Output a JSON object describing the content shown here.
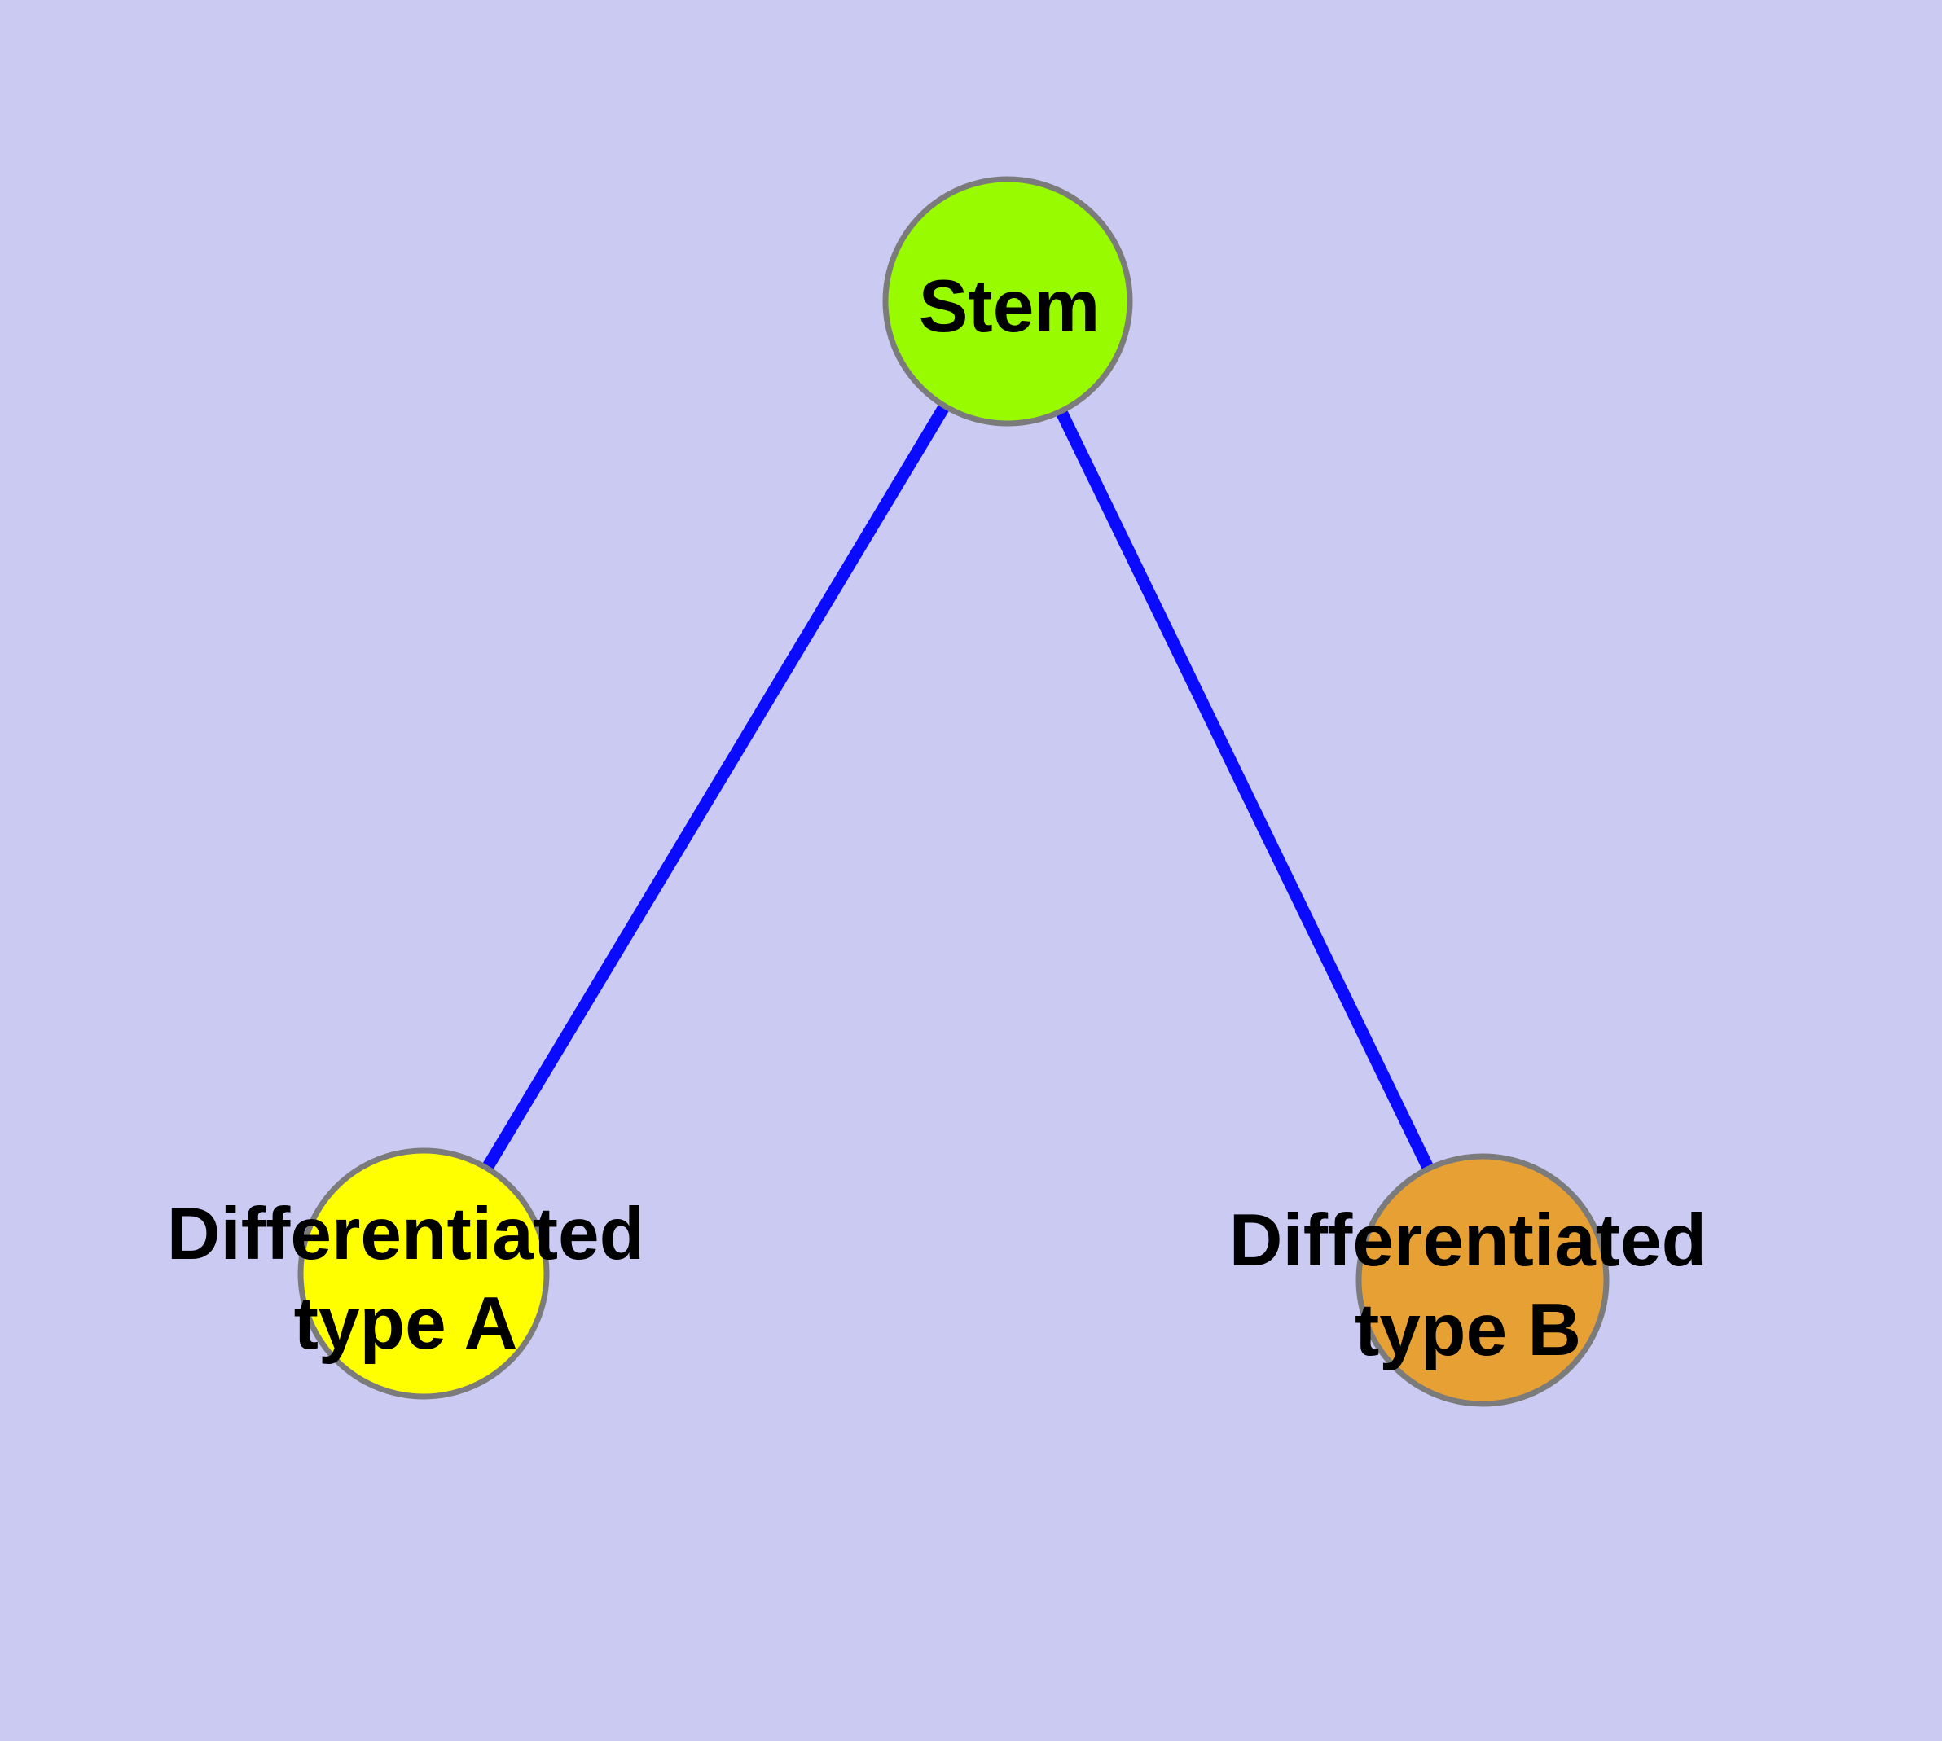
{
  "figure": {
    "background_color": "#CACAF3",
    "nodes": [
      {
        "id": "stem",
        "label": "Stem",
        "fill_color": "#98FB00",
        "border_color": "#7B7B7B"
      },
      {
        "id": "differentiated-type-a",
        "label": "Differentiated\ntype A",
        "fill_color": "#FFFF00",
        "border_color": "#7B7B7B"
      },
      {
        "id": "differentiated-type-b",
        "label": "Differentiated\ntype B",
        "fill_color": "#E7A033",
        "border_color": "#7B7B7B"
      }
    ],
    "edges": [
      {
        "from": "stem",
        "to": "differentiated-type-a",
        "color": "#0A0AFF"
      },
      {
        "from": "stem",
        "to": "differentiated-type-b",
        "color": "#0A0AFF"
      }
    ]
  }
}
